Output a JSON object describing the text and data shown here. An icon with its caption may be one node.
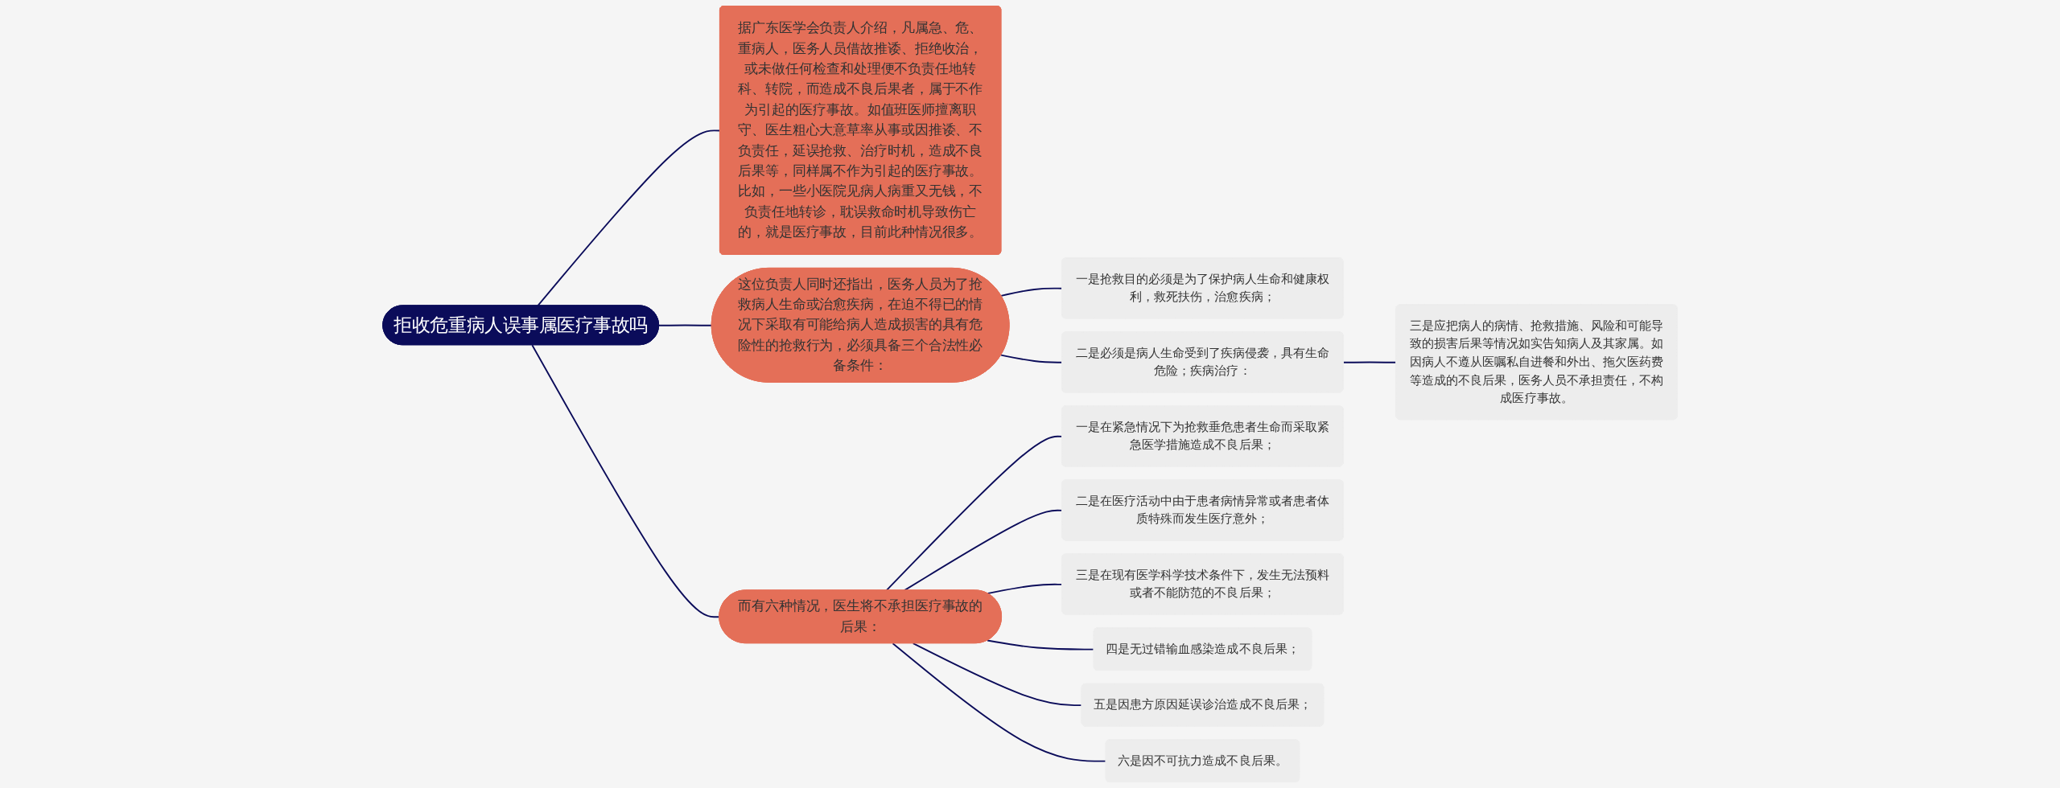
{
  "diagram": {
    "nodes": [
      {
        "text": [
          "拒收危重病人误事属医疗事故吗"
        ]
      },
      {
        "text": [
          "据广东医学会负责人介绍，凡属急、危、重病人，医务人员借故推诿、拒绝收治，或未做任何检查和处理便不负责任地转科、转院，而造成不良后果者，属于不作为引起的医疗事故。如值班医师擅离职守、医生粗心大意草率从事或因推诿、不负责任，延误抢救、治疗时机，造成不良后果等，同样属不作为引起的医疗事故。比如，一些小医院见病人病重又无钱，不负责任地转诊，耽误救命时机导致伤亡的，就是医疗事故，目前此种情况很多。"
        ]
      },
      {
        "text": [
          "这位负责人同时还指出，医务人员为了抢救病人生命或治愈疾病，在迫不得已的情况下采取有可能给病人造成损害的具有危险性的抢救行为，必须具备三个合法性必备条件："
        ]
      },
      {
        "text": [
          "一是抢救目的必须是为了保护病人生命和健康权利，救死扶伤，治愈疾病；"
        ]
      },
      {
        "text": [
          "二是必须是病人生命受到了疾病侵袭，具有生命危险；疾病治疗："
        ]
      },
      {
        "text": [
          "三是应把病人的病情、抢救措施、风险和可能导致的损害后果等情况如实告知病人及其家属。如因病人不遵从医嘱私自进餐和外出、拖欠医药费等造成的不良后果，医务人员不承担责任，不构成医疗事故。"
        ]
      },
      {
        "text": [
          "而有六种情况，医生将不承担医疗事故的后果："
        ]
      },
      {
        "text": [
          "一是在紧急情况下为抢救垂危患者生命而采取紧急医学措施造成不良后果；"
        ]
      },
      {
        "text": [
          "二是在医疗活动中由于患者病情异常或者患者体质特殊而发生医疗意外；"
        ]
      },
      {
        "text": [
          "三是在现有医学科学技术条件下，发生无法预料或者不能防范的不良后果；"
        ]
      },
      {
        "text": [
          "四是无过错输血感染造成不良后果；"
        ]
      },
      {
        "text": [
          "五是因患方原因延误诊治造成不良后果；"
        ]
      },
      {
        "text": [
          "六是因不可抗力造成不良后果。"
        ]
      }
    ],
    "edges": [
      {
        "from": 0,
        "to": 1,
        "arrow": "none"
      },
      {
        "from": 0,
        "to": 2,
        "arrow": "none"
      },
      {
        "from": 2,
        "to": 3,
        "arrow": "none"
      },
      {
        "from": 2,
        "to": 4,
        "arrow": "none"
      },
      {
        "from": 4,
        "to": 5,
        "arrow": "none"
      },
      {
        "from": 0,
        "to": 6,
        "arrow": "none"
      },
      {
        "from": 6,
        "to": 7,
        "arrow": "none"
      },
      {
        "from": 6,
        "to": 8,
        "arrow": "none"
      },
      {
        "from": 6,
        "to": 9,
        "arrow": "none"
      },
      {
        "from": 6,
        "to": 10,
        "arrow": "none"
      },
      {
        "from": 6,
        "to": 11,
        "arrow": "none"
      },
      {
        "from": 6,
        "to": 12,
        "arrow": "none"
      }
    ]
  }
}
